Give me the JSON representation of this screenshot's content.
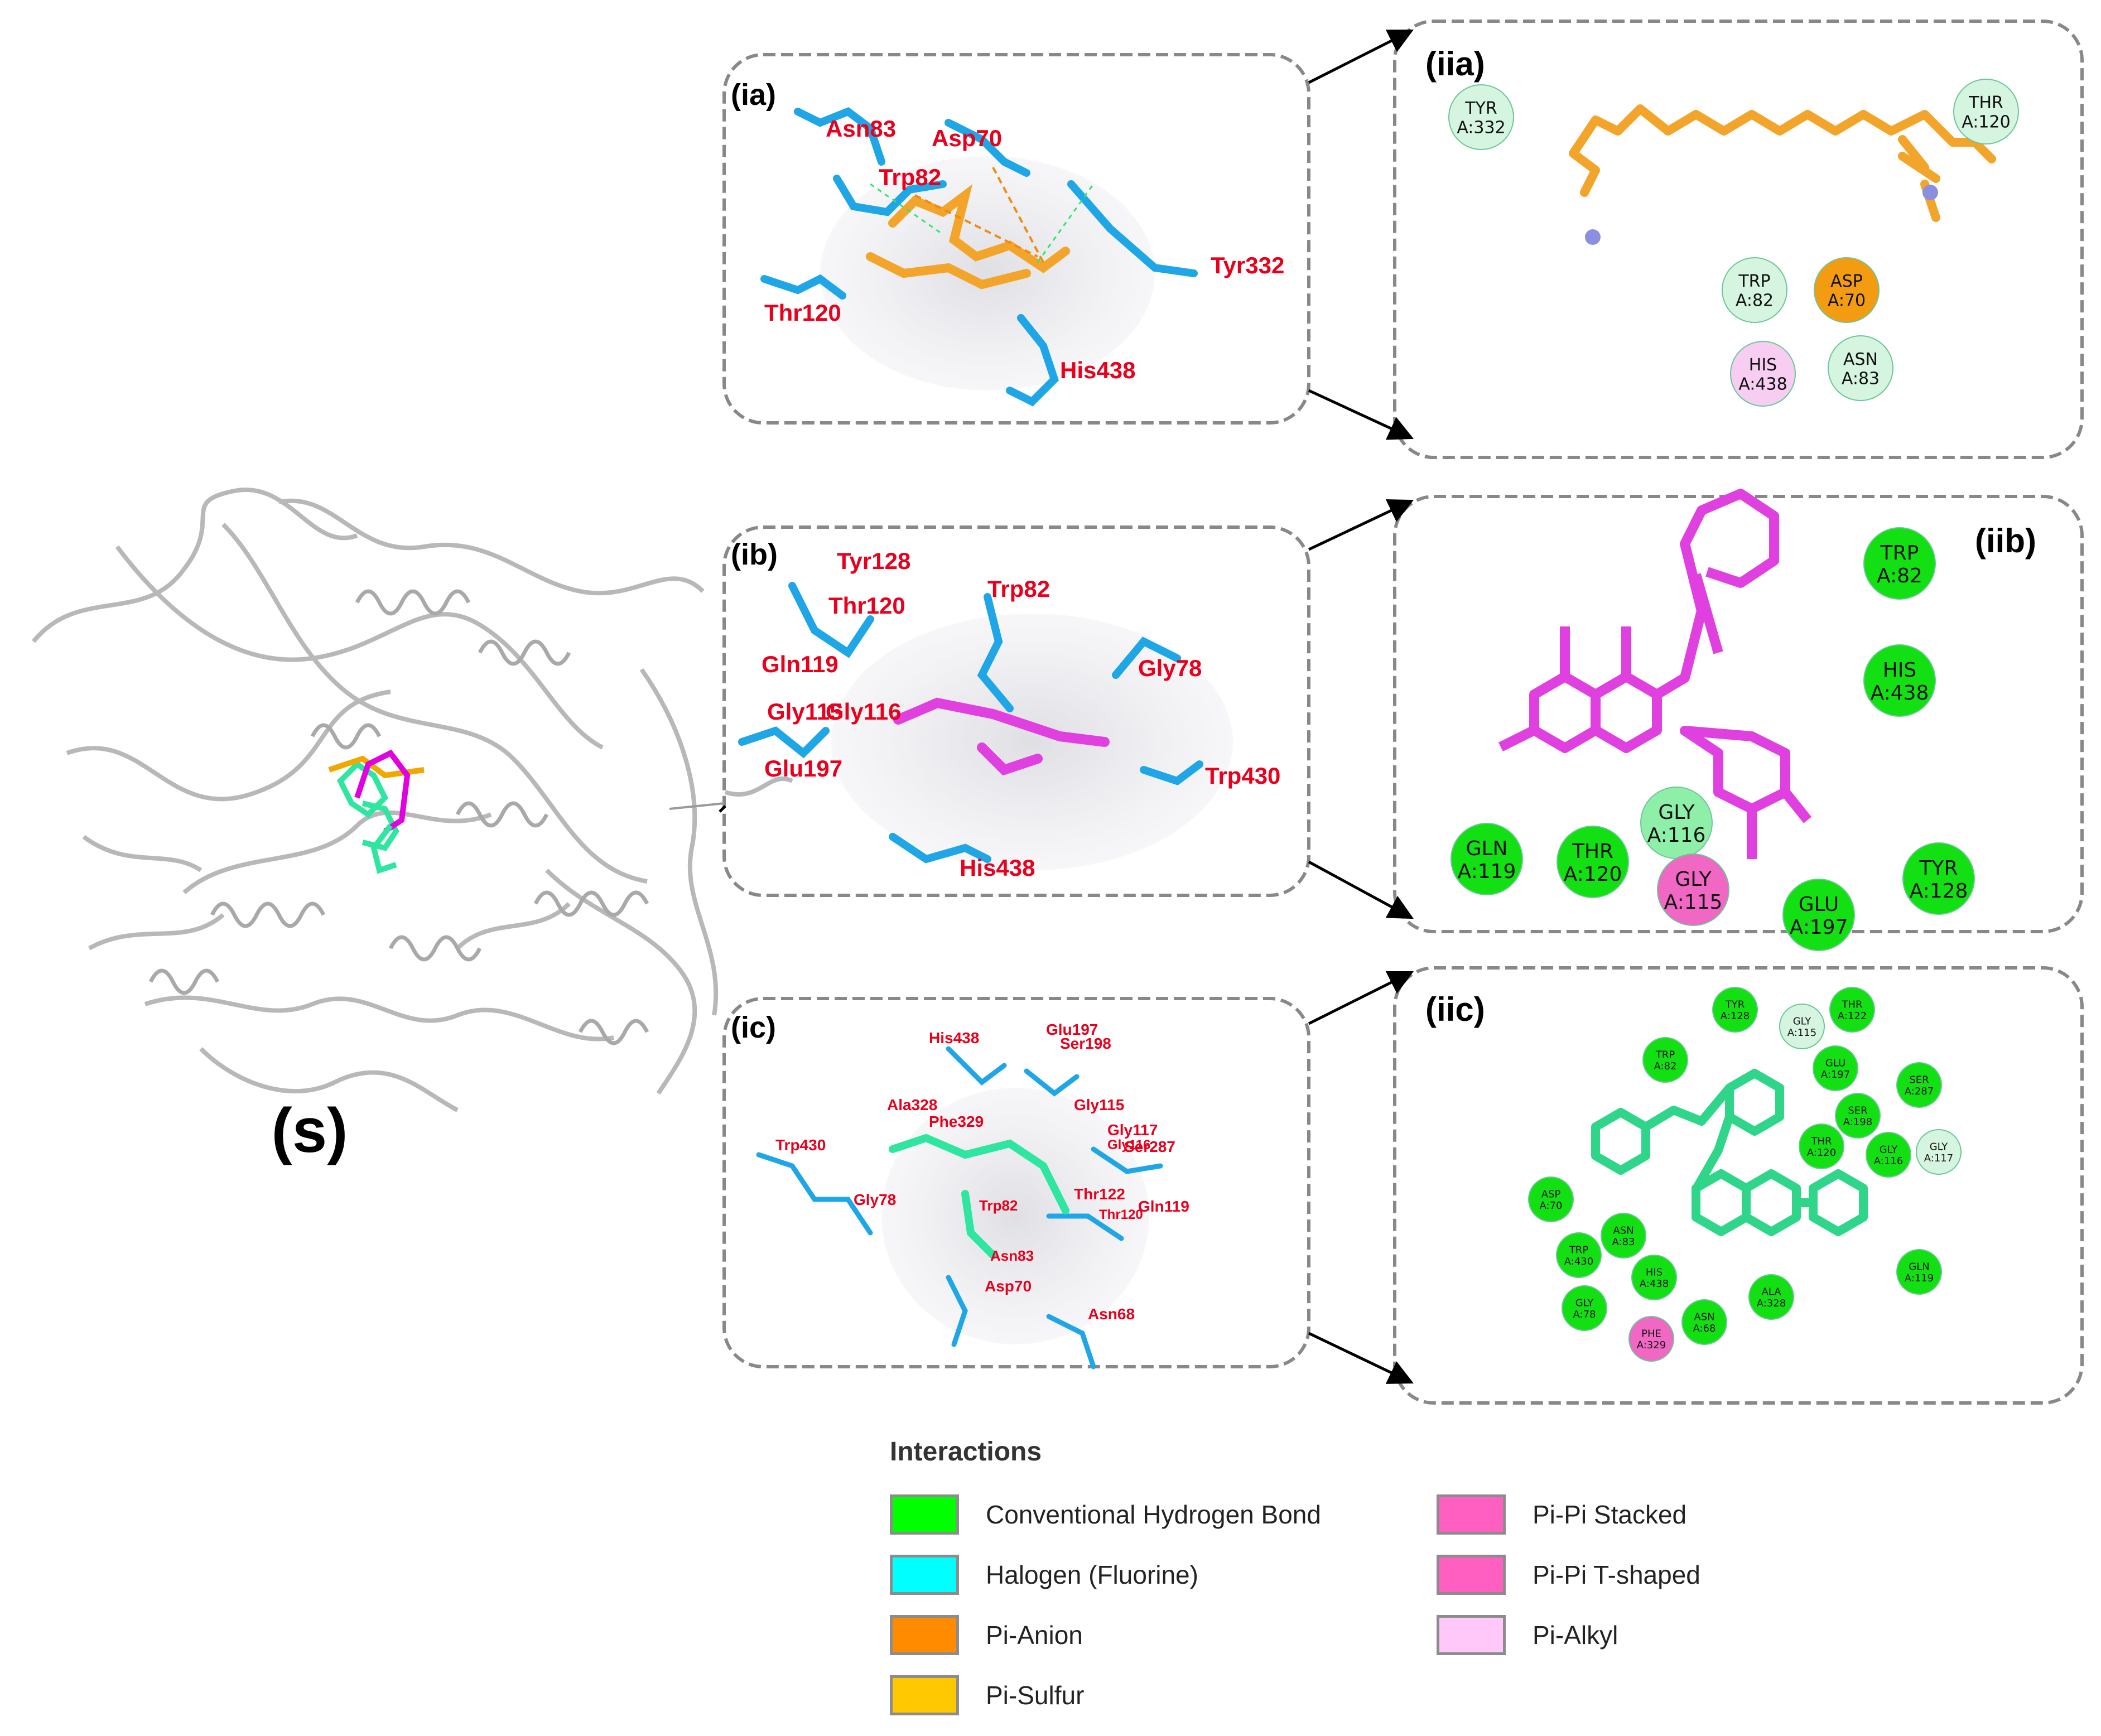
{
  "panels": {
    "s": "(s)",
    "ia": "(ia)",
    "ib": "(ib)",
    "ic": "(ic)",
    "iia": "(iia)",
    "iib": "(iib)",
    "iic": "(iic)"
  },
  "ia_labels": [
    "Asn83",
    "Asp70",
    "Trp82",
    "Tyr332",
    "Thr120",
    "His438"
  ],
  "ib_labels": [
    "Tyr128",
    "Thr120",
    "Trp82",
    "Gln119",
    "Gly78",
    "Gly115",
    "Gly116",
    "Glu197",
    "Trp430",
    "His438"
  ],
  "ic_labels": [
    "His438",
    "Glu197",
    "Ser198",
    "Ala328",
    "Phe329",
    "Gly115",
    "Gly117",
    "Gly116",
    "Ser287",
    "Trp430",
    "Thr122",
    "Gly78",
    "Trp82",
    "Gln119",
    "Asn83",
    "Asp70",
    "Asn68",
    "Thr120"
  ],
  "iia_residues": [
    {
      "name": "TYR",
      "pos": "A:332",
      "color": "#d6f5e0"
    },
    {
      "name": "THR",
      "pos": "A:120",
      "color": "#d6f5e0"
    },
    {
      "name": "TRP",
      "pos": "A:82",
      "color": "#d6f5e0"
    },
    {
      "name": "ASP",
      "pos": "A:70",
      "color": "#f39c12"
    },
    {
      "name": "HIS",
      "pos": "A:438",
      "color": "#f7cdf2"
    },
    {
      "name": "ASN",
      "pos": "A:83",
      "color": "#d6f5e0"
    }
  ],
  "iib_residues": [
    {
      "name": "TRP",
      "pos": "A:82",
      "color": "#13e013"
    },
    {
      "name": "HIS",
      "pos": "A:438",
      "color": "#13e013"
    },
    {
      "name": "GLN",
      "pos": "A:119",
      "color": "#13e013"
    },
    {
      "name": "THR",
      "pos": "A:120",
      "color": "#13e013"
    },
    {
      "name": "GLY",
      "pos": "A:116",
      "color": "#8ef0a8"
    },
    {
      "name": "GLY",
      "pos": "A:115",
      "color": "#f067c4"
    },
    {
      "name": "GLU",
      "pos": "A:197",
      "color": "#13e013"
    },
    {
      "name": "TYR",
      "pos": "A:128",
      "color": "#13e013"
    }
  ],
  "iic_residues": [
    {
      "name": "TYR",
      "pos": "A:128",
      "color": "#13e013"
    },
    {
      "name": "THR",
      "pos": "A:122",
      "color": "#13e013"
    },
    {
      "name": "GLY",
      "pos": "A:115",
      "color": "#d6f5e0"
    },
    {
      "name": "TRP",
      "pos": "A:82",
      "color": "#13e013"
    },
    {
      "name": "GLU",
      "pos": "A:197",
      "color": "#13e013"
    },
    {
      "name": "SER",
      "pos": "A:287",
      "color": "#13e013"
    },
    {
      "name": "SER",
      "pos": "A:198",
      "color": "#13e013"
    },
    {
      "name": "THR",
      "pos": "A:120",
      "color": "#13e013"
    },
    {
      "name": "GLY",
      "pos": "A:116",
      "color": "#13e013"
    },
    {
      "name": "GLY",
      "pos": "A:117",
      "color": "#d6f5e0"
    },
    {
      "name": "ASP",
      "pos": "A:70",
      "color": "#13e013"
    },
    {
      "name": "ASN",
      "pos": "A:83",
      "color": "#13e013"
    },
    {
      "name": "TRP",
      "pos": "A:430",
      "color": "#13e013"
    },
    {
      "name": "HIS",
      "pos": "A:438",
      "color": "#13e013"
    },
    {
      "name": "ALA",
      "pos": "A:328",
      "color": "#13e013"
    },
    {
      "name": "GLN",
      "pos": "A:119",
      "color": "#13e013"
    },
    {
      "name": "GLY",
      "pos": "A:78",
      "color": "#13e013"
    },
    {
      "name": "ASN",
      "pos": "A:68",
      "color": "#13e013"
    },
    {
      "name": "PHE",
      "pos": "A:329",
      "color": "#f067c4"
    }
  ],
  "legend": {
    "title": "Interactions",
    "items": [
      {
        "label": "Conventional Hydrogen Bond",
        "color": "#00ff00"
      },
      {
        "label": "Halogen (Fluorine)",
        "color": "#00ffff"
      },
      {
        "label": "Pi-Anion",
        "color": "#ff8c00"
      },
      {
        "label": "Pi-Sulfur",
        "color": "#ffc800"
      },
      {
        "label": "Pi-Pi Stacked",
        "color": "#ff5fc0"
      },
      {
        "label": "Pi-Pi T-shaped",
        "color": "#ff5fc0"
      },
      {
        "label": "Pi-Alkyl",
        "color": "#ffc8f8"
      }
    ]
  }
}
